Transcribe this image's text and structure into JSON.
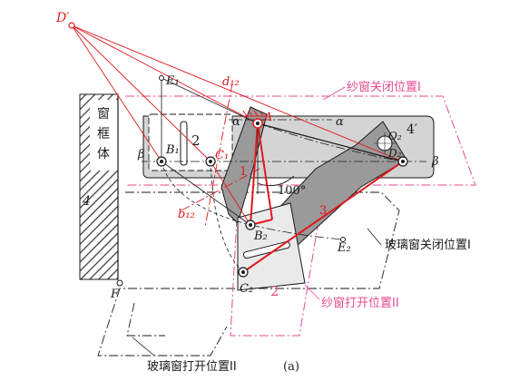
{
  "colors": {
    "ink": "#1a1a1a",
    "red": "#e0191e",
    "pink": "#e8498f",
    "plate_fill": "#d4d4d4",
    "link_fill": "#9a9a9a",
    "hatch": "#333333"
  },
  "labels": {
    "D_prime": "D′",
    "E1": "E₁",
    "d12": "d₁₂",
    "alpha_left": "α",
    "alpha_right": "α",
    "A": "A",
    "beta_left": "β",
    "beta_right": "β",
    "B1": "B₁",
    "C1": "C₁",
    "num_2_plate": "2",
    "num_1": "1",
    "num_3": "3",
    "num_4_prime": "4′",
    "num_4_frame": "4",
    "num_2_sash": "2",
    "O2": "O₂",
    "D2": "D₂",
    "angle_100": "100°",
    "b12": "b₁₂",
    "B2": "B₂",
    "C2": "C₂",
    "E2": "E₂",
    "F": "F",
    "caption": "(a)"
  },
  "text": {
    "frame_char_1": "窗",
    "frame_char_2": "框",
    "frame_char_3": "体",
    "screen_closed": "纱窗关闭位置I",
    "glass_closed": "玻璃窗关闭位置I",
    "screen_open": "纱窗打开位置II",
    "glass_open": "玻璃窗打开位置II"
  }
}
